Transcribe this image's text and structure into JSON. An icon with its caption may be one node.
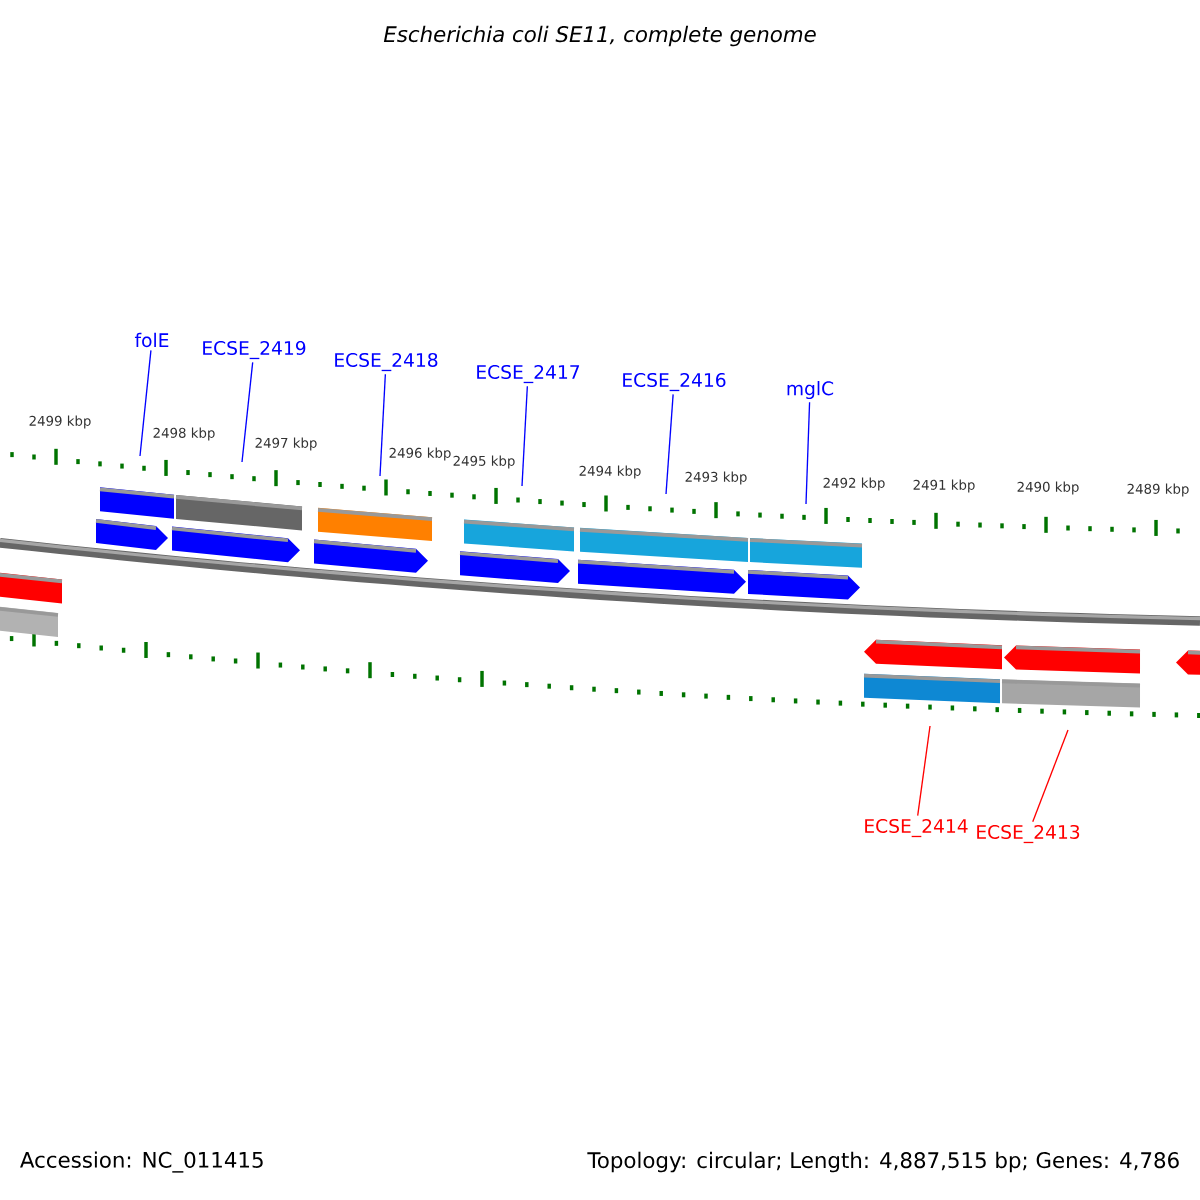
{
  "diagram": {
    "title": "Escherichia coli SE11, complete genome",
    "nodes": [
      {
        "text": [
          "folE"
        ]
      },
      {
        "text": [
          "ECSE_2419"
        ]
      },
      {
        "text": [
          "ECSE_2418"
        ]
      },
      {
        "text": [
          "ECSE_2417"
        ]
      },
      {
        "text": [
          "ECSE_2416"
        ]
      },
      {
        "text": [
          "mglC"
        ]
      },
      {
        "text": [
          "ECSE_2414"
        ]
      },
      {
        "text": [
          "ECSE_2413"
        ]
      }
    ],
    "edges": [
      {
        "from": 0,
        "to": null,
        "arrow": "none"
      },
      {
        "from": 1,
        "to": null,
        "arrow": "none"
      },
      {
        "from": 2,
        "to": null,
        "arrow": "none"
      },
      {
        "from": 3,
        "to": null,
        "arrow": "none"
      },
      {
        "from": 4,
        "to": null,
        "arrow": "none"
      },
      {
        "from": 5,
        "to": null,
        "arrow": "none"
      },
      {
        "from": 6,
        "to": null,
        "arrow": "none",
        "color": "#ff0000"
      },
      {
        "from": 7,
        "to": null,
        "arrow": "none",
        "color": "#ff0000"
      }
    ],
    "labels": [
      "2499 kbp",
      "2498 kbp",
      "2497 kbp",
      "2496 kbp",
      "2495 kbp",
      "2494 kbp",
      "2493 kbp",
      "2492 kbp",
      "2491 kbp",
      "2490 kbp",
      "2489 kbp",
      "Accession: NC_011415",
      "Topology: circular; Length: 4,887,515 bp; Genes: 4,786"
    ]
  }
}
